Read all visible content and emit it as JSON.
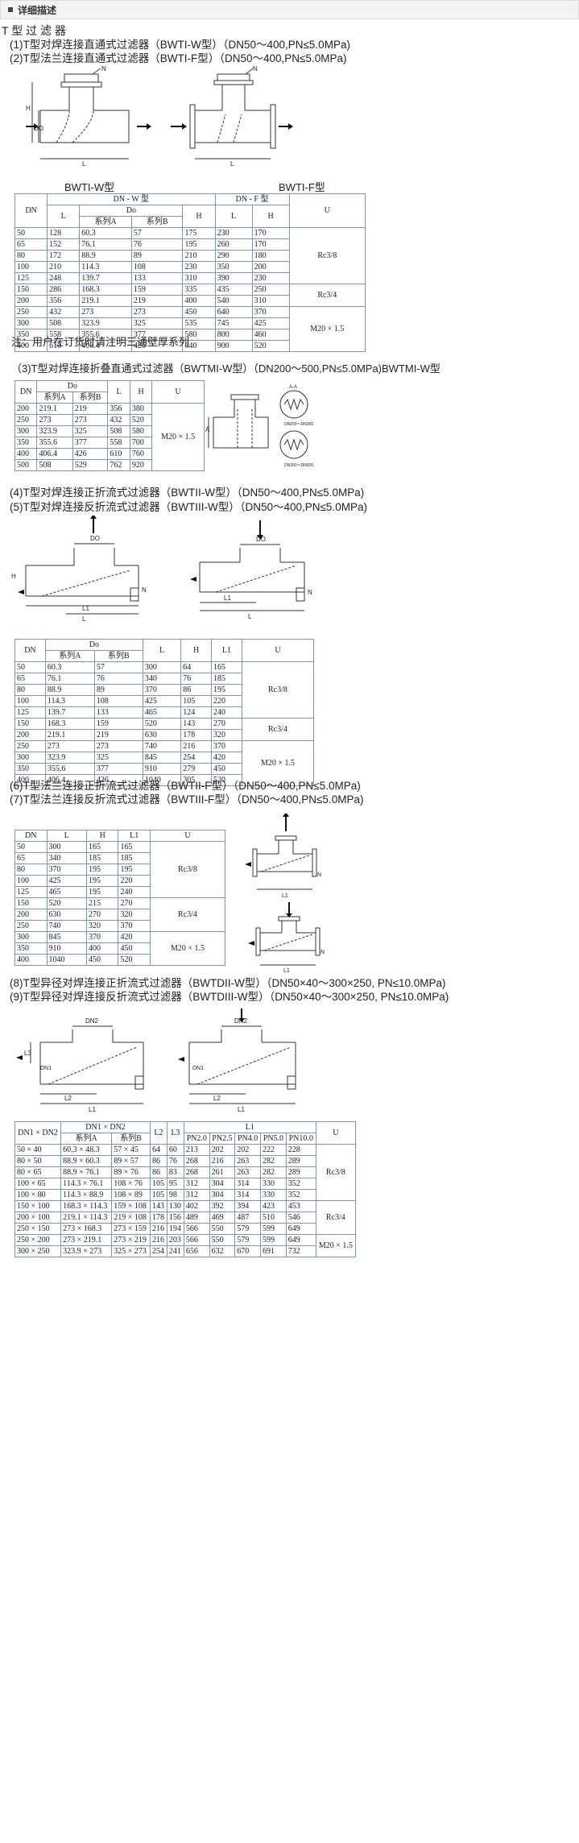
{
  "header": {
    "title": "详细描述"
  },
  "section_title": "T 型 过 滤 器",
  "lines": {
    "l1": "(1)T型对焊连接直通式过滤器（BWTI-W型）（DN50～400,PN≤5.0MPa)",
    "l2": "(2)T型法兰连接直通式过滤器（BWTI-F型）（DN50～400,PN≤5.0MPa)",
    "cap_w": "BWTI-W型",
    "cap_f": "BWTI-F型",
    "note": "注：用户在订货时请注明三通壁厚系列",
    "l3": "（3)T型对焊连接折叠直通式过滤器（BWTMI-W型）（DN200～500,PN≤5.0MPa)BWTMI-W型",
    "l4": "(4)T型对焊连接正折流式过滤器（BWTII-W型）（DN50～400,PN≤5.0MPa)",
    "l5": "(5)T型对焊连接反折流式过滤器（BWTIII-W型）（DN50～400,PN≤5.0MPa)",
    "l6": "(6)T型法兰连接正折流式过滤器（BWTII-F型）（DN50～400,PN≤5.0MPa)",
    "l7": "(7)T型法兰连接反折流式过滤器（BWTIII-F型）（DN50～400,PN≤5.0MPa)",
    "l8": "(8)T型异径对焊连接正折流式过滤器（BWTDII-W型）（DN50×40～300×250, PN≤10.0MPa)",
    "l9": "(9)T型异径对焊连接反折流式过滤器（BWTDIII-W型）（DN50×40～300×250, PN≤10.0MPa)"
  },
  "table1": {
    "h_dn": "DN",
    "h_w": "DN - W 型",
    "h_f": "DN - F 型",
    "h_u": "U",
    "h_l": "L",
    "h_do": "Do",
    "h_a": "系列A",
    "h_b": "系列B",
    "h_h": "H",
    "h_lf": "L",
    "h_hf": "H",
    "rows": [
      [
        "50",
        "128",
        "60.3",
        "57",
        "175",
        "230",
        "170"
      ],
      [
        "65",
        "152",
        "76.1",
        "76",
        "195",
        "260",
        "170"
      ],
      [
        "80",
        "172",
        "88.9",
        "89",
        "210",
        "290",
        "180"
      ],
      [
        "100",
        "210",
        "114.3",
        "108",
        "230",
        "350",
        "200"
      ],
      [
        "125",
        "248",
        "139.7",
        "133",
        "310",
        "390",
        "230"
      ],
      [
        "150",
        "286",
        "168.3",
        "159",
        "335",
        "435",
        "250"
      ],
      [
        "200",
        "356",
        "219.1",
        "219",
        "400",
        "540",
        "310"
      ],
      [
        "250",
        "432",
        "273",
        "273",
        "450",
        "640",
        "370"
      ],
      [
        "300",
        "508",
        "323.9",
        "325",
        "535",
        "745",
        "425"
      ],
      [
        "350",
        "558",
        "355.6",
        "377",
        "580",
        "800",
        "460"
      ],
      [
        "400",
        "610",
        "406.4",
        "426",
        "640",
        "900",
        "520"
      ]
    ],
    "u": [
      "Rc3/8",
      "Rc3/4",
      "M20 × 1.5"
    ]
  },
  "table2": {
    "h_dn": "DN",
    "h_do": "Do",
    "h_a": "系列A",
    "h_b": "系列B",
    "h_l": "L",
    "h_h": "H",
    "h_u": "U",
    "rows": [
      [
        "200",
        "219.1",
        "219",
        "356",
        "380"
      ],
      [
        "250",
        "273",
        "273",
        "432",
        "520"
      ],
      [
        "300",
        "323.9",
        "325",
        "508",
        "580"
      ],
      [
        "350",
        "355.6",
        "377",
        "558",
        "700"
      ],
      [
        "400",
        "406.4",
        "426",
        "610",
        "760"
      ],
      [
        "500",
        "508",
        "529",
        "762",
        "920"
      ]
    ],
    "u": "M20 × 1.5"
  },
  "table3": {
    "h_dn": "DN",
    "h_do": "Do",
    "h_a": "系列A",
    "h_b": "系列B",
    "h_l": "L",
    "h_h": "H",
    "h_l1": "L1",
    "h_u": "U",
    "rows": [
      [
        "50",
        "60.3",
        "57",
        "300",
        "64",
        "165"
      ],
      [
        "65",
        "76.1",
        "76",
        "340",
        "76",
        "185"
      ],
      [
        "80",
        "88.9",
        "89",
        "370",
        "86",
        "195"
      ],
      [
        "100",
        "114.3",
        "108",
        "425",
        "105",
        "220"
      ],
      [
        "125",
        "139.7",
        "133",
        "465",
        "124",
        "240"
      ],
      [
        "150",
        "168.3",
        "159",
        "520",
        "143",
        "270"
      ],
      [
        "200",
        "219.1",
        "219",
        "630",
        "178",
        "320"
      ],
      [
        "250",
        "273",
        "273",
        "740",
        "216",
        "370"
      ],
      [
        "300",
        "323.9",
        "325",
        "845",
        "254",
        "420"
      ],
      [
        "350",
        "355.6",
        "377",
        "910",
        "279",
        "450"
      ],
      [
        "400",
        "406.4",
        "426",
        "1040",
        "305",
        "520"
      ]
    ],
    "u": [
      "Rc3/8",
      "Rc3/4",
      "M20 × 1.5"
    ]
  },
  "table4": {
    "h_dn": "DN",
    "h_l": "L",
    "h_h": "H",
    "h_l1": "L1",
    "h_u": "U",
    "rows": [
      [
        "50",
        "300",
        "165",
        "165"
      ],
      [
        "65",
        "340",
        "185",
        "185"
      ],
      [
        "80",
        "370",
        "195",
        "195"
      ],
      [
        "100",
        "425",
        "195",
        "220"
      ],
      [
        "125",
        "465",
        "195",
        "240"
      ],
      [
        "150",
        "520",
        "215",
        "270"
      ],
      [
        "200",
        "630",
        "270",
        "320"
      ],
      [
        "250",
        "740",
        "320",
        "370"
      ],
      [
        "300",
        "845",
        "370",
        "420"
      ],
      [
        "350",
        "910",
        "400",
        "450"
      ],
      [
        "400",
        "1040",
        "450",
        "520"
      ]
    ],
    "u": [
      "Rc3/8",
      "Rc3/4",
      "M20 × 1.5"
    ]
  },
  "table5": {
    "h_dn": "DN1 × DN2",
    "h_do": "DN1 × DN2",
    "h_a": "系列A",
    "h_b": "系列B",
    "h_l2": "L2",
    "h_l3": "L3",
    "h_l1": "L1",
    "h_pn": [
      "PN2.0",
      "PN2.5",
      "PN4.0",
      "PN5.0",
      "PN10.0"
    ],
    "h_u": "U",
    "rows": [
      [
        "50 × 40",
        "60.3 × 48.3",
        "57 × 45",
        "64",
        "60",
        "213",
        "202",
        "202",
        "222",
        "228"
      ],
      [
        "80 × 50",
        "88.9 × 60.3",
        "89 × 57",
        "86",
        "76",
        "268",
        "216",
        "263",
        "282",
        "289"
      ],
      [
        "80 × 65",
        "88.9 × 76.1",
        "89 × 76",
        "86",
        "83",
        "268",
        "261",
        "263",
        "282",
        "289"
      ],
      [
        "100 × 65",
        "114.3 × 76.1",
        "108 × 76",
        "105",
        "95",
        "312",
        "304",
        "314",
        "330",
        "352"
      ],
      [
        "100 × 80",
        "114.3 × 88.9",
        "108 × 89",
        "105",
        "98",
        "312",
        "304",
        "314",
        "330",
        "352"
      ],
      [
        "150 × 100",
        "168.3 × 114.3",
        "159 × 108",
        "143",
        "130",
        "402",
        "392",
        "394",
        "423",
        "453"
      ],
      [
        "200 × 100",
        "219.1 × 114.3",
        "219 × 108",
        "178",
        "156",
        "489",
        "469",
        "487",
        "510",
        "546"
      ],
      [
        "250 × 150",
        "273 × 168.3",
        "273 × 159",
        "216",
        "194",
        "566",
        "550",
        "579",
        "599",
        "649"
      ],
      [
        "250 × 200",
        "273 × 219.1",
        "273 × 219",
        "216",
        "203",
        "566",
        "550",
        "579",
        "599",
        "649"
      ],
      [
        "300 × 250",
        "323.9 × 273",
        "325 × 273",
        "254",
        "241",
        "656",
        "632",
        "670",
        "691",
        "732"
      ]
    ],
    "u": [
      "Rc3/8",
      "Rc3/4",
      "M20 × 1.5"
    ]
  },
  "labels": {
    "n": "N",
    "h": "H",
    "do": "DO",
    "l": "L",
    "l1": "L1",
    "l2": "L2",
    "l3": "L3",
    "dn1": "DN1",
    "dn2": "DN2",
    "a": "A",
    "dn_small": "DN200～DN300",
    "dn_large": "DN350～DN500",
    "aa": "A-A"
  }
}
